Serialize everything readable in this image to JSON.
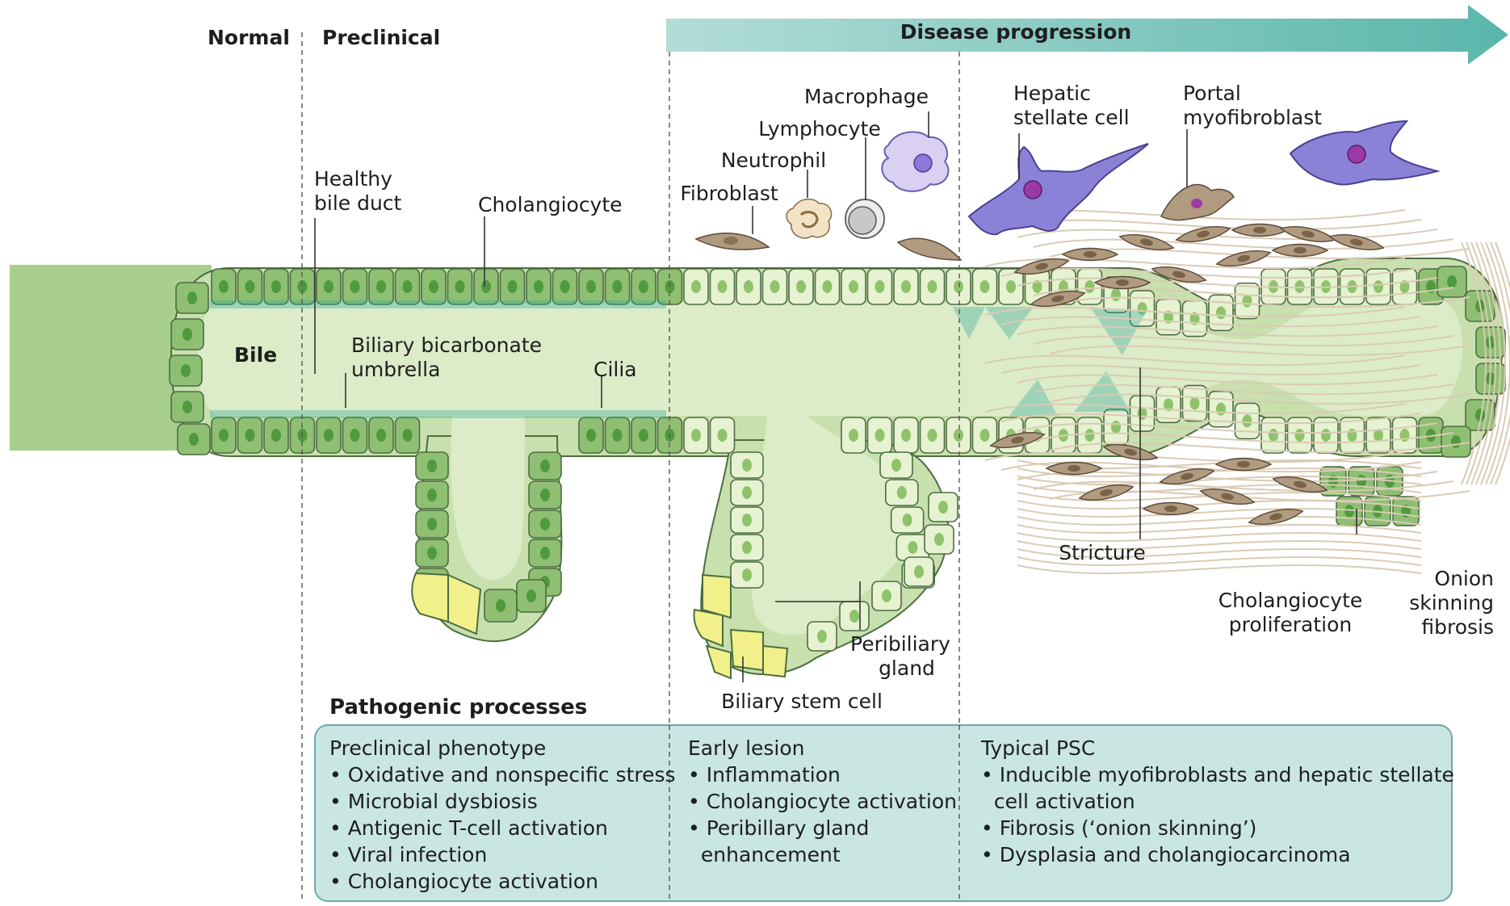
{
  "stages": {
    "normal": "Normal",
    "preclinical": "Preclinical",
    "progression": "Disease progression"
  },
  "labels": {
    "macrophage": "Macrophage",
    "lymphocyte": "Lymphocyte",
    "neutrophil": "Neutrophil",
    "fibroblast": "Fibroblast",
    "hepatic": [
      "Hepatic",
      "stellate cell"
    ],
    "portal": [
      "Portal",
      "myofibroblast"
    ],
    "healthy": [
      "Healthy",
      "bile duct"
    ],
    "cholangiocyte": "Cholangiocyte",
    "bile": "Bile",
    "umbrella": [
      "Biliary bicarbonate",
      "umbrella"
    ],
    "cilia": "Cilia",
    "stricture": "Stricture",
    "proliferation": [
      "Cholangiocyte",
      "proliferation"
    ],
    "onion": [
      "Onion",
      "skinning",
      "fibrosis"
    ],
    "peribiliary": [
      "Peribiliary",
      "gland"
    ],
    "stem": "Biliary stem cell"
  },
  "pathogenic": {
    "title": "Pathogenic processes",
    "columns": [
      {
        "title": "Preclinical phenotype",
        "items": [
          "• Oxidative and nonspecific stress",
          "• Microbial dysbiosis",
          "• Antigenic T-cell activation",
          "• Viral infection",
          "• Cholangiocyte activation"
        ]
      },
      {
        "title": "Early lesion",
        "items": [
          "• Inflammation",
          "• Cholangiocyte activation",
          "• Peribillary gland",
          "  enhancement"
        ]
      },
      {
        "title": "Typical PSC",
        "items": [
          "• Inducible myofibroblasts and hepatic stellate",
          "  cell activation",
          "• Fibrosis (‘onion skinning’)",
          "• Dysplasia and cholangiocarcinoma"
        ]
      }
    ]
  },
  "colors": {
    "arrow": "#86c9c1",
    "duct_green": "#a8cf8e",
    "cell_dark": "#8fbf73",
    "cell_light": "#e6f2d2",
    "lumen": "#dcebc8",
    "teal_glow": "#2fa89a",
    "stem_yellow": "#f1f08a",
    "panel_fill": "#c9e6e3",
    "panel_border": "#6fa8a2",
    "fibro_brown": "#b09a80",
    "stellate_purple": "#8b82d8"
  }
}
